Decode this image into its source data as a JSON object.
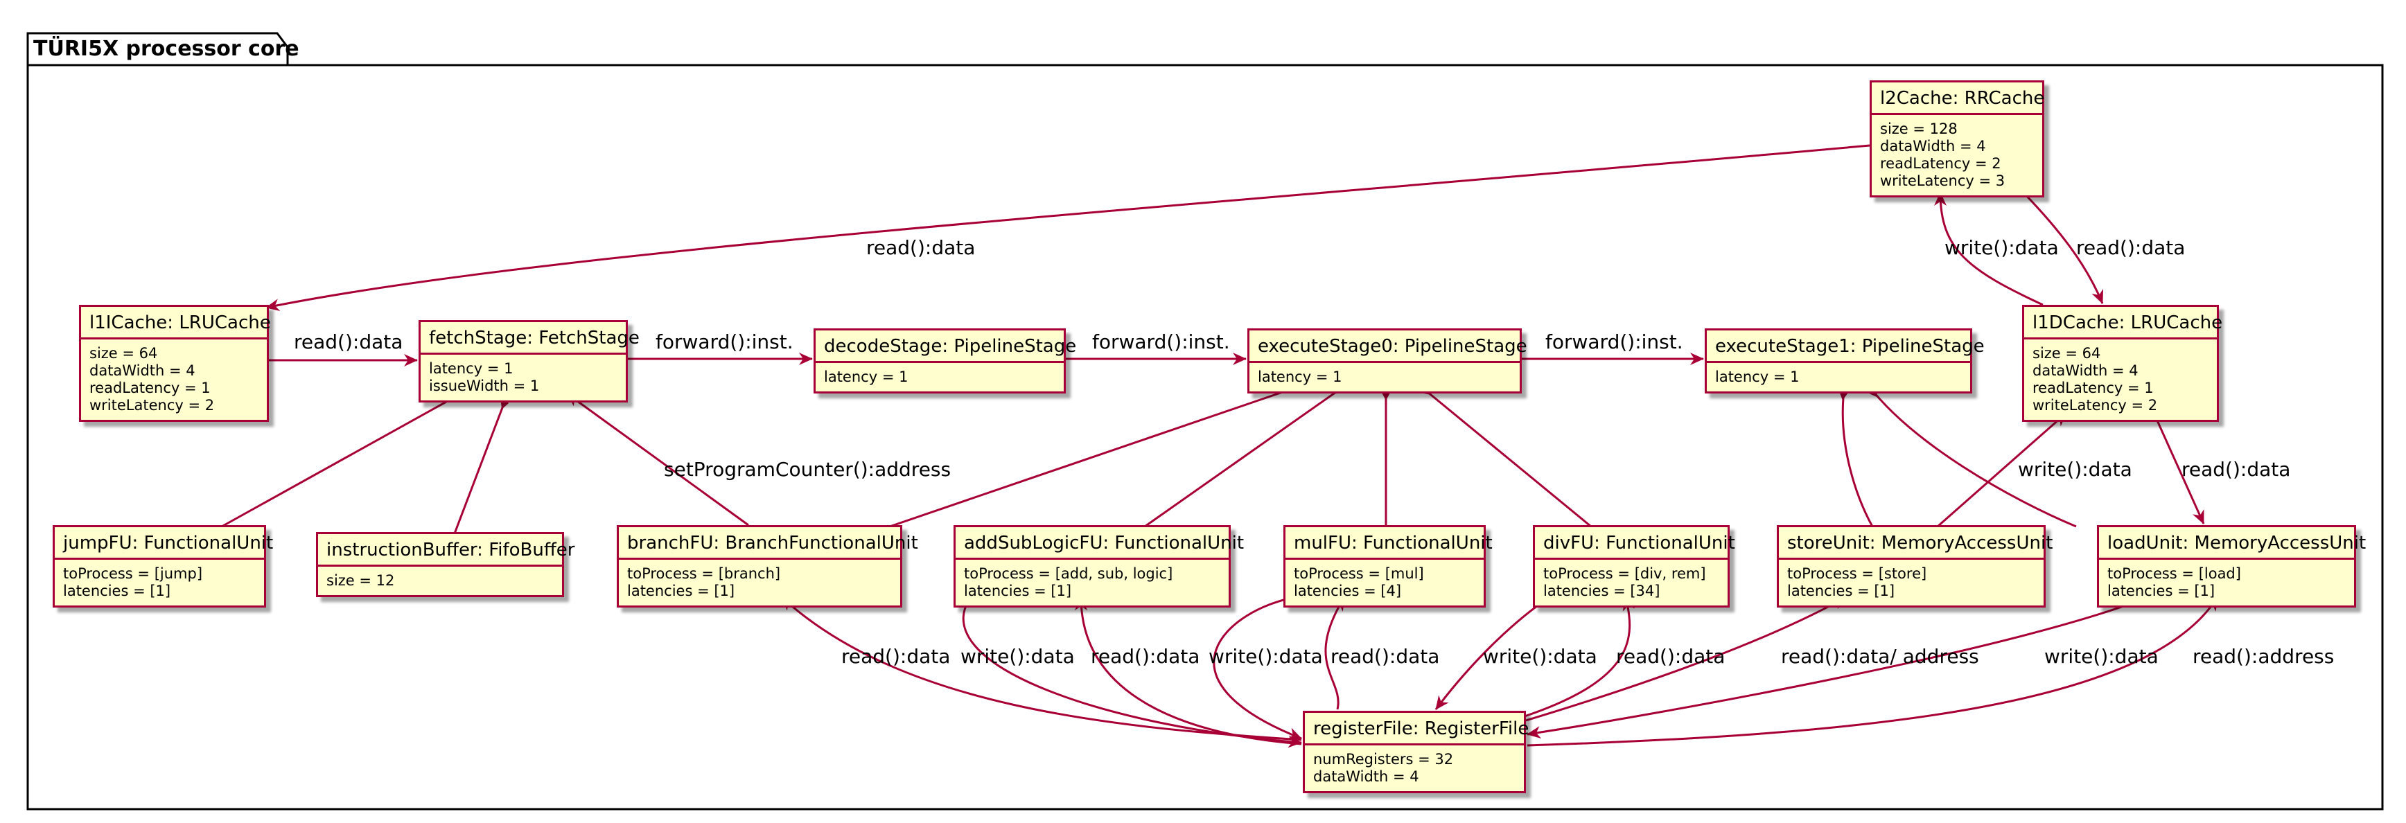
{
  "package": {
    "title": "TÜRI5X processor core"
  },
  "classes": [
    {
      "id": "l2cache",
      "title": "l2Cache: RRCache",
      "attrs": [
        "size = 128",
        "dataWidth = 4",
        "readLatency = 2",
        "writeLatency = 3"
      ]
    },
    {
      "id": "l1icache",
      "title": "l1ICache: LRUCache",
      "attrs": [
        "size = 64",
        "dataWidth = 4",
        "readLatency = 1",
        "writeLatency = 2"
      ]
    },
    {
      "id": "fetch",
      "title": "fetchStage: FetchStage",
      "attrs": [
        "latency = 1",
        "issueWidth = 1"
      ]
    },
    {
      "id": "decode",
      "title": "decodeStage: PipelineStage",
      "attrs": [
        "latency = 1"
      ]
    },
    {
      "id": "exec0",
      "title": "executeStage0: PipelineStage",
      "attrs": [
        "latency = 1"
      ]
    },
    {
      "id": "exec1",
      "title": "executeStage1: PipelineStage",
      "attrs": [
        "latency = 1"
      ]
    },
    {
      "id": "l1dcache",
      "title": "l1DCache: LRUCache",
      "attrs": [
        "size = 64",
        "dataWidth = 4",
        "readLatency = 1",
        "writeLatency = 2"
      ]
    },
    {
      "id": "jumpfu",
      "title": "jumpFU: FunctionalUnit",
      "attrs": [
        "toProcess = [jump]",
        "latencies = [1]"
      ]
    },
    {
      "id": "ibuf",
      "title": "instructionBuffer: FifoBuffer",
      "attrs": [
        "size = 12"
      ]
    },
    {
      "id": "branchfu",
      "title": "branchFU: BranchFunctionalUnit",
      "attrs": [
        "toProcess = [branch]",
        "latencies = [1]"
      ]
    },
    {
      "id": "addsub",
      "title": "addSubLogicFU: FunctionalUnit",
      "attrs": [
        "toProcess = [add, sub, logic]",
        "latencies = [1]"
      ]
    },
    {
      "id": "mulfu",
      "title": "mulFU: FunctionalUnit",
      "attrs": [
        "toProcess = [mul]",
        "latencies = [4]"
      ]
    },
    {
      "id": "divfu",
      "title": "divFU: FunctionalUnit",
      "attrs": [
        "toProcess = [div, rem]",
        "latencies = [34]"
      ]
    },
    {
      "id": "store",
      "title": "storeUnit: MemoryAccessUnit",
      "attrs": [
        "toProcess = [store]",
        "latencies = [1]"
      ]
    },
    {
      "id": "load",
      "title": "loadUnit: MemoryAccessUnit",
      "attrs": [
        "toProcess = [load]",
        "latencies = [1]"
      ]
    },
    {
      "id": "regfile",
      "title": "registerFile: RegisterFile",
      "attrs": [
        "numRegisters = 32",
        "dataWidth = 4"
      ]
    }
  ],
  "links": [
    {
      "id": "l2-l1i",
      "label": "read():data"
    },
    {
      "id": "l1i-fetch",
      "label": "read():data"
    },
    {
      "id": "fetch-decode",
      "label": "forward():inst."
    },
    {
      "id": "decode-exec0",
      "label": "forward():inst."
    },
    {
      "id": "exec0-exec1",
      "label": "forward():inst."
    },
    {
      "id": "l1d-l2",
      "label": "write():data"
    },
    {
      "id": "l2-l1d",
      "label": "read():data"
    },
    {
      "id": "branch-fetch",
      "label": "setProgramCounter():address"
    },
    {
      "id": "store-l1d",
      "label": "write():data"
    },
    {
      "id": "l1d-load",
      "label": "read():data"
    },
    {
      "id": "reg-branch",
      "label": "read():data"
    },
    {
      "id": "addsub-reg",
      "label": "write():data"
    },
    {
      "id": "reg-addsub",
      "label": "read():data"
    },
    {
      "id": "mul-reg",
      "label": "write():data"
    },
    {
      "id": "reg-mul",
      "label": "read():data"
    },
    {
      "id": "div-reg",
      "label": "write():data"
    },
    {
      "id": "reg-div",
      "label": "read():data"
    },
    {
      "id": "reg-store",
      "label": "read():data/ address"
    },
    {
      "id": "load-reg",
      "label": "write():data"
    },
    {
      "id": "reg-load",
      "label": "read():address"
    }
  ],
  "colors": {
    "border": "#a80036",
    "fill": "#fefece",
    "line": "#a80036"
  }
}
